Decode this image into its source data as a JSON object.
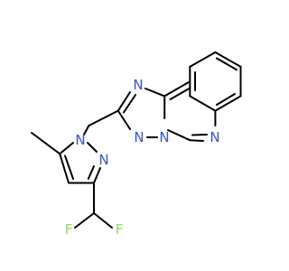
{
  "diagram": {
    "type": "chemical-structure",
    "colors": {
      "bond": "#000000",
      "nitrogen": "#3050F8",
      "fluorine": "#90E050",
      "background": "#FFFFFF"
    },
    "atom_labels": {
      "n_triazole_top": "N",
      "n_triazole_left": "N",
      "n_bridgehead": "N",
      "n_quinazoline": "N",
      "n_pyrazole_1": "N",
      "n_pyrazole_2": "N",
      "f_left": "F",
      "f_right": "F"
    }
  }
}
